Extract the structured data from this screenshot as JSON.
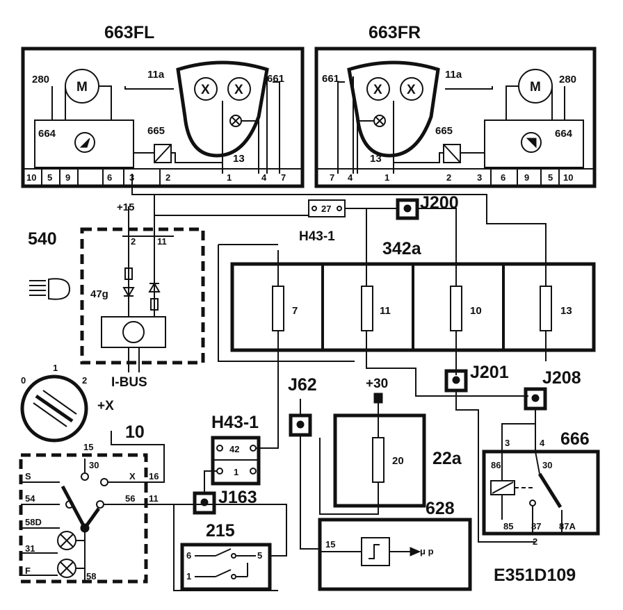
{
  "components": {
    "headlamp_left": "663FL",
    "headlamp_right": "663FR",
    "instrument_540": "540",
    "connector_h43_top": "H43-1",
    "connector_h43_bottom": "H43-1",
    "fuse_box": "342a",
    "fuse_box_22a": "22a",
    "relay": "666",
    "module_215": "215",
    "module_628": "628",
    "diagram_code": "E351D109",
    "joint_j200": "J200",
    "joint_j201": "J201",
    "joint_j208": "J208",
    "joint_j62": "J62",
    "joint_j163": "J163"
  },
  "labels": {
    "m": "M",
    "x": "X",
    "n280": "280",
    "n664": "664",
    "n665": "665",
    "n11a": "11a",
    "n661": "661",
    "n13": "13",
    "n47g": "47g",
    "plus15": "+15",
    "plus30": "+30",
    "plusx": "+X",
    "ibus": "I-BUS",
    "n10": "10",
    "mu_p": "μ p"
  },
  "pins": {
    "left_bottom": [
      "10",
      "5",
      "9",
      "6",
      "3",
      "2",
      "1",
      "4",
      "7"
    ],
    "right_bottom": [
      "7",
      "4",
      "1",
      "2",
      "3",
      "6",
      "9",
      "5",
      "10"
    ],
    "c540": [
      "2",
      "11"
    ],
    "h43_top": "27",
    "h43_bottom": [
      "42",
      "1"
    ],
    "fuses": [
      "7",
      "11",
      "10",
      "13"
    ],
    "fuse_22a": "20",
    "relay_top": [
      "3",
      "4"
    ],
    "relay_inner": [
      "86",
      "30",
      "85",
      "87",
      "87A"
    ],
    "relay_bottom": "2",
    "switch_letters": [
      "S",
      "54",
      "58D",
      "31",
      "F"
    ],
    "switch_nums": [
      "15",
      "30",
      "X",
      "16",
      "56",
      "11",
      "58"
    ],
    "ignition": [
      "0",
      "1",
      "2"
    ],
    "m215": [
      "6",
      "5",
      "1"
    ],
    "m628_in": "15"
  }
}
